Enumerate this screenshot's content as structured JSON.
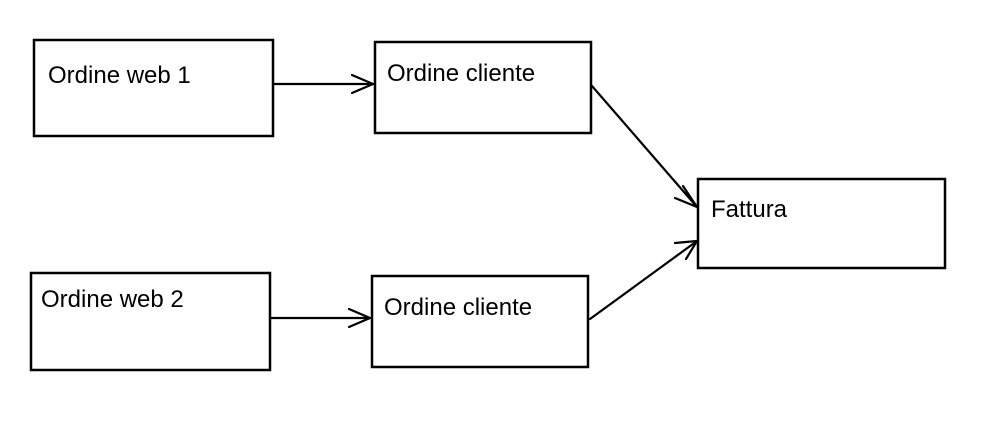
{
  "colors": {
    "background": "#ffffff",
    "stroke": "#000000",
    "text": "#000000"
  },
  "boxes": {
    "web1": {
      "label": "Ordine web 1"
    },
    "web2": {
      "label": "Ordine web 2"
    },
    "cliente1": {
      "label": "Ordine cliente"
    },
    "cliente2": {
      "label": "Ordine cliente"
    },
    "fattura": {
      "label": "Fattura"
    }
  },
  "connections": [
    {
      "from": "web1",
      "to": "cliente1"
    },
    {
      "from": "web2",
      "to": "cliente2"
    },
    {
      "from": "cliente1",
      "to": "fattura"
    },
    {
      "from": "cliente2",
      "to": "fattura"
    }
  ]
}
